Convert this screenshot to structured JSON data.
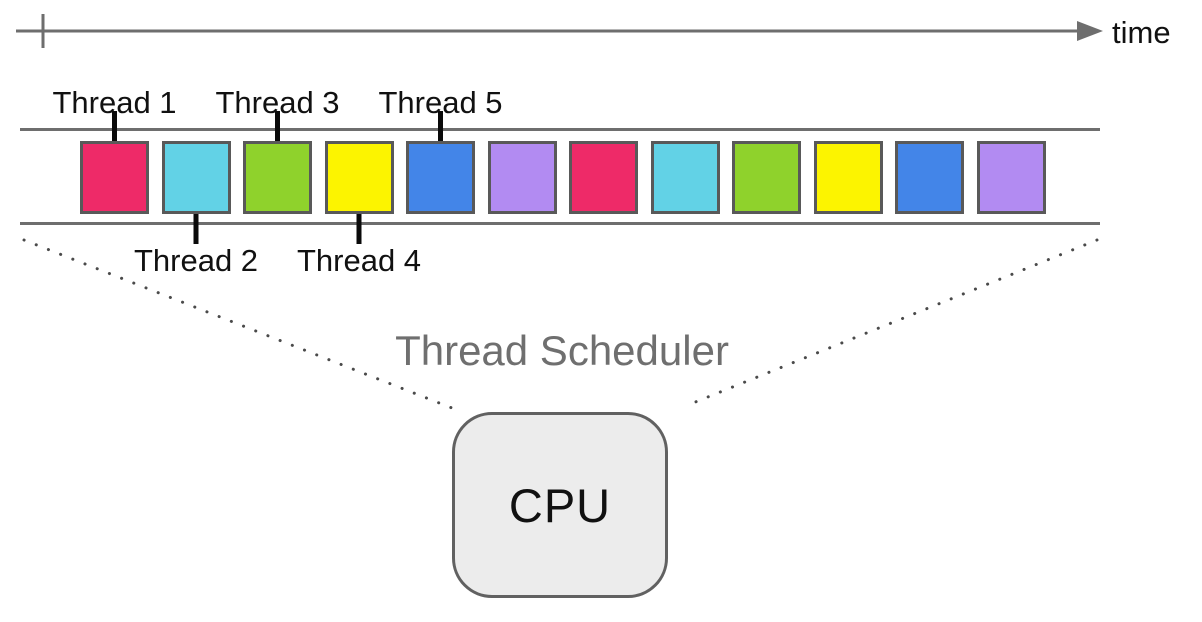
{
  "timeline": {
    "label": "time",
    "line_color": "#6e6e6e",
    "text_color": "#111111"
  },
  "track": {
    "line_color": "#6e6e6e",
    "block_border_color": "#595959",
    "blocks": [
      "#EE2A68",
      "#62D2E6",
      "#8FD22C",
      "#FCF400",
      "#4385E8",
      "#B28BF2",
      "#EE2A68",
      "#62D2E6",
      "#8FD22C",
      "#FCF400",
      "#4385E8",
      "#B28BF2"
    ]
  },
  "threads": [
    {
      "label": "Thread 1",
      "block_index": 0,
      "label_position": "above"
    },
    {
      "label": "Thread 2",
      "block_index": 1,
      "label_position": "below"
    },
    {
      "label": "Thread 3",
      "block_index": 2,
      "label_position": "above"
    },
    {
      "label": "Thread 4",
      "block_index": 3,
      "label_position": "below"
    },
    {
      "label": "Thread 5",
      "block_index": 4,
      "label_position": "above"
    }
  ],
  "connector_color": "#0a0a0a",
  "dotted_line_color": "#4a4a4a",
  "scheduler": {
    "label": "Thread Scheduler",
    "text_color": "#6f6f6f"
  },
  "cpu": {
    "label": "CPU",
    "fill": "#ececec",
    "border_color": "#616161",
    "text_color": "#111111"
  }
}
